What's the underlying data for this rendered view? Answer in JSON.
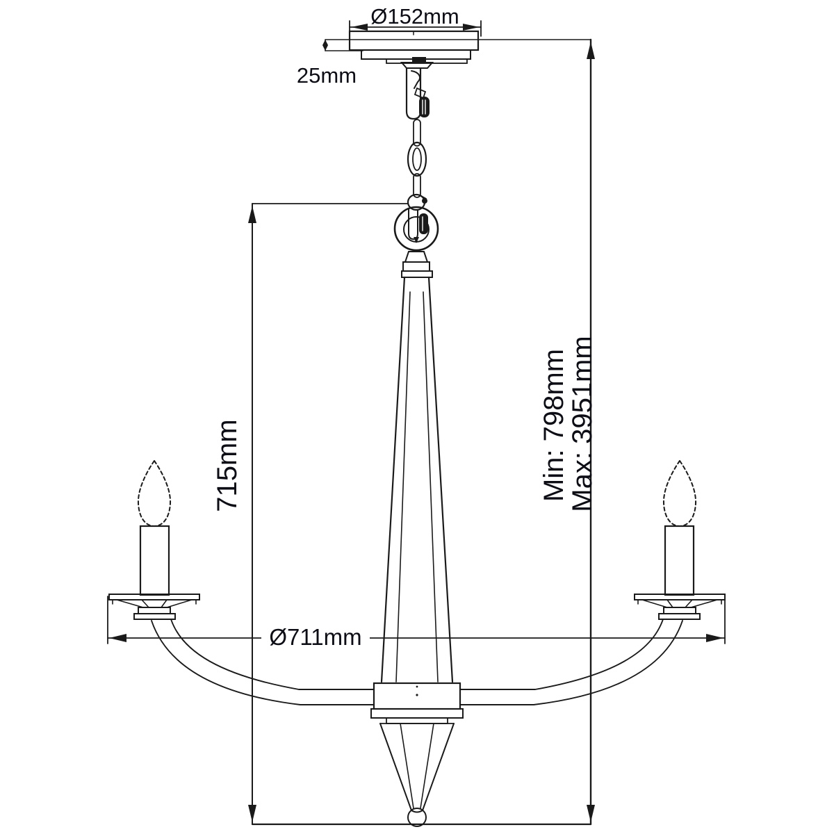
{
  "drawing": {
    "type": "technical-dimension-diagram",
    "subject": "3-arm candle chandelier side elevation",
    "background": "#ffffff",
    "line_color": "#1a1a1a",
    "text_color": "#0d0d15",
    "labels": {
      "canopy_diameter": "Ø152mm",
      "canopy_depth": "25mm",
      "fixture_height": "715mm",
      "min_overall_height": "Min: 798mm",
      "max_overall_height": "Max: 3951mm",
      "fixture_diameter": "Ø711mm"
    }
  }
}
